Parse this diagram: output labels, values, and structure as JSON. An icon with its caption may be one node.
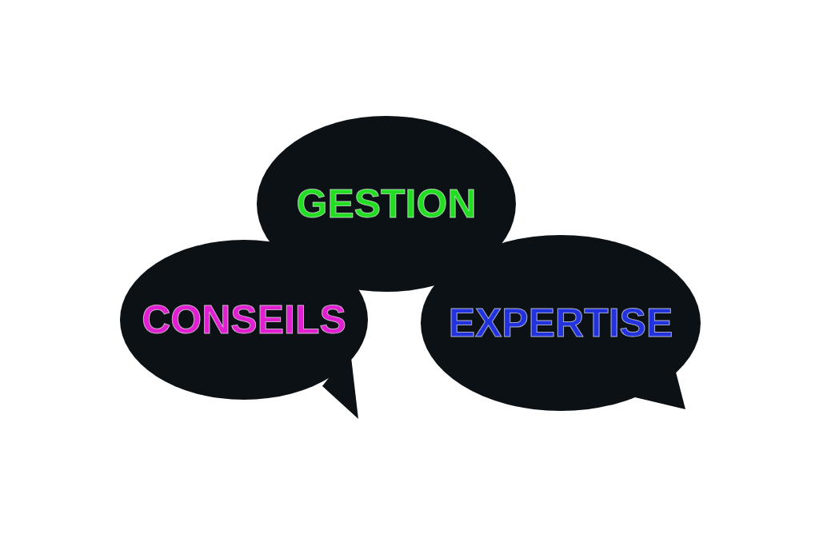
{
  "diagram": {
    "nodes": [
      {
        "text": [
          "GESTION"
        ]
      },
      {
        "text": [
          "CONSEILS"
        ]
      },
      {
        "text": [
          "EXPERTISE"
        ]
      }
    ],
    "edges": []
  }
}
